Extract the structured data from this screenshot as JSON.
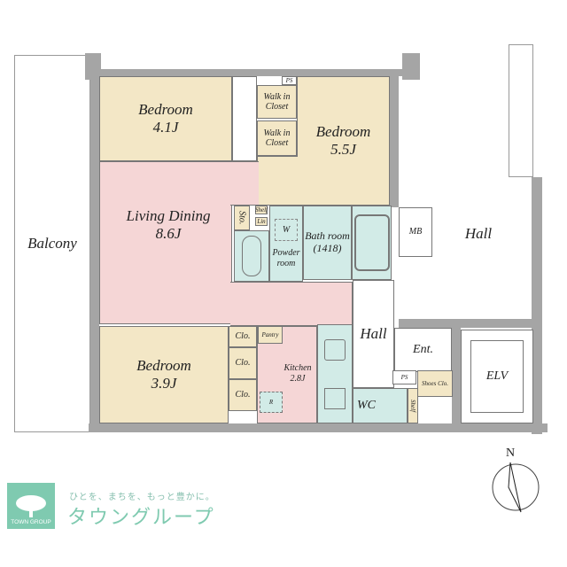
{
  "rooms": {
    "bedroom1": {
      "name": "Bedroom",
      "size": "4.1J"
    },
    "bedroom2": {
      "name": "Bedroom",
      "size": "5.5J"
    },
    "bedroom3": {
      "name": "Bedroom",
      "size": "3.9J"
    },
    "living": {
      "name": "Living Dining",
      "size": "8.6J"
    },
    "kitchen": {
      "name": "Kitchen",
      "size": "2.8J"
    },
    "balcony": "Balcony",
    "walk_in_closet": "Walk in Closet",
    "ps": "PS",
    "sto": "Sto.",
    "shelf": "Shelf",
    "lin": "Lin",
    "washer": "W",
    "powder_room": "Powder room",
    "bathroom": {
      "name": "Bath room",
      "size": "(1418)"
    },
    "mb": "MB",
    "hall": "Hall",
    "clo": "Clo.",
    "pantry": "Pantry",
    "refrigerator": "R",
    "wc": "WC",
    "ent": "Ent.",
    "shoes_clo": "Shoes Clo.",
    "elv": "ELV"
  },
  "compass": {
    "north": "N"
  },
  "logo": {
    "company": "TOWN GROUP",
    "slogan": "ひとを、まちを、もっと豊かに。",
    "brand": "タウングループ",
    "color": "#7fcab0"
  }
}
